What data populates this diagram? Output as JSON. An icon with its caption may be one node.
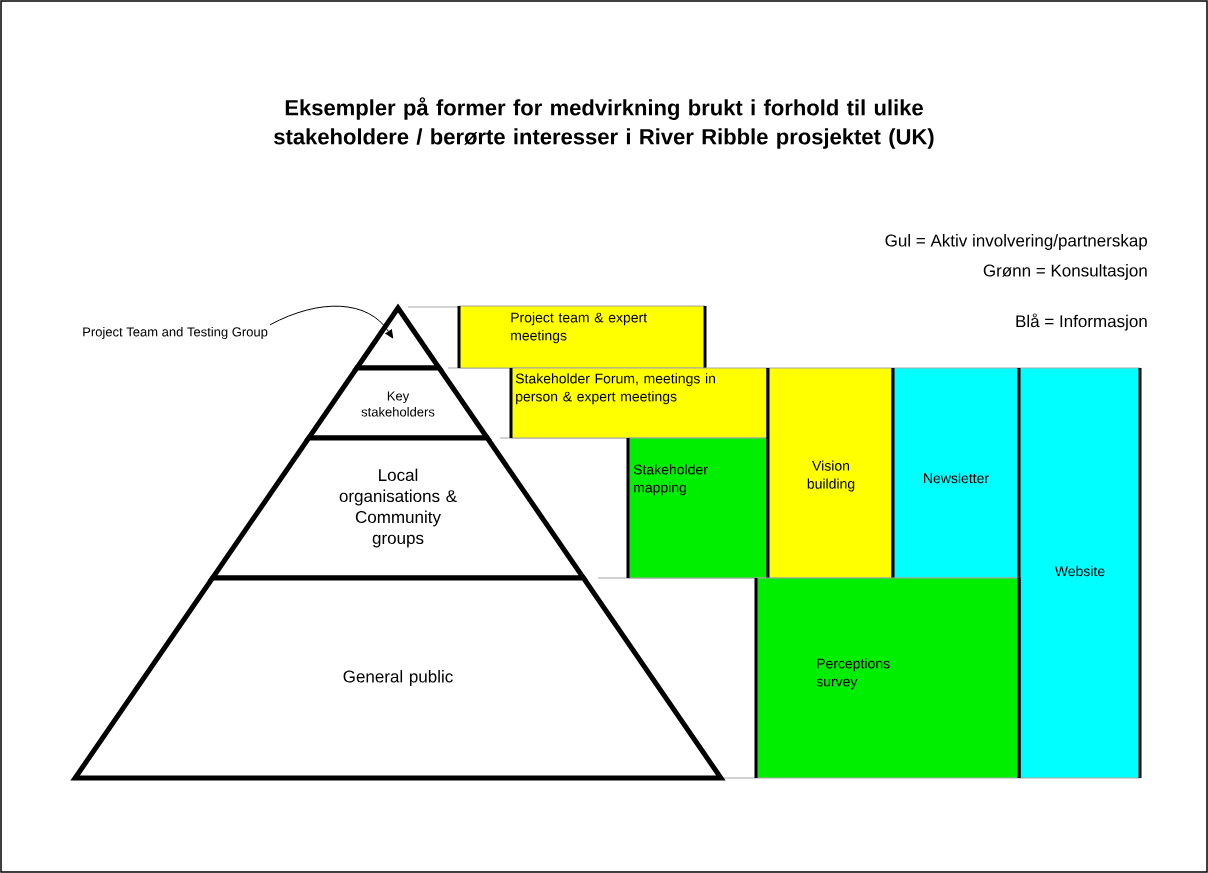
{
  "diagram": {
    "title": "Eksempler på former for medvirkning brukt i forhold til ulike stakeholdere / berørte interesser i River Ribble prosjektet (UK)",
    "nodes": [
      {
        "text": [
          "Project Team and Testing Group"
        ]
      },
      {
        "text": [],
        "shape": "triangle"
      },
      {
        "text": [
          "Key stakeholders"
        ]
      },
      {
        "text": [
          "Local organisations & Community groups"
        ]
      },
      {
        "text": [
          "General public"
        ]
      },
      {
        "text": [
          "Project team & expert meetings"
        ]
      },
      {
        "text": [
          "Stakeholder Forum, meetings in person & expert meetings"
        ]
      },
      {
        "text": [
          "Stakeholder mapping"
        ]
      },
      {
        "text": [
          "Vision building"
        ]
      },
      {
        "text": [
          "Newsletter"
        ]
      },
      {
        "text": [
          "Website"
        ]
      },
      {
        "text": [
          "Perceptions survey"
        ]
      }
    ],
    "edges": [
      {
        "from": 0,
        "to": 1,
        "arrow": "to"
      }
    ],
    "labels": [
      "Gul = Aktiv involvering/partnerskap",
      "Grønn = Konsultasjon",
      "Blå = Informasjon"
    ]
  }
}
